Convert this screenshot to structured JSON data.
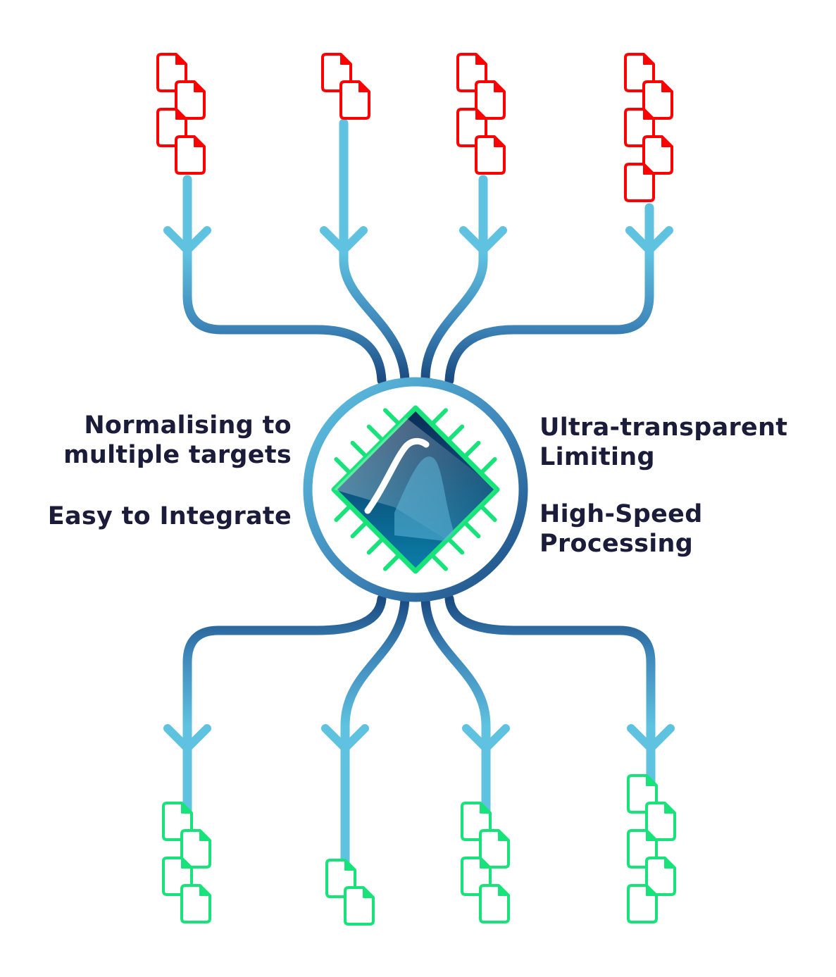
{
  "features": {
    "normalising": {
      "line1": "Normalising to",
      "line2": "multiple targets"
    },
    "integrate": {
      "line1": "Easy to Integrate"
    },
    "limiting": {
      "line1": "Ultra-transparent",
      "line2": "Limiting"
    },
    "speed": {
      "line1": "High-Speed",
      "line2": "Processing"
    }
  },
  "inputs": [
    {
      "file_count": 4
    },
    {
      "file_count": 2
    },
    {
      "file_count": 4
    },
    {
      "file_count": 5
    }
  ],
  "outputs": [
    {
      "file_count": 4
    },
    {
      "file_count": 2
    },
    {
      "file_count": 4
    },
    {
      "file_count": 5
    }
  ],
  "colors": {
    "input_file": "#ff0000",
    "output_file": "#17e37a",
    "pipe_light": "#5fc2e0",
    "pipe_dark": "#1a4a80",
    "ring_light": "#5fc2e0",
    "ring_dark": "#1a4a80",
    "chip_border": "#17e37a",
    "chip_fill_top": "#0c2a54",
    "chip_fill_bottom": "#0a7fa9",
    "text": "#1b1b3a"
  },
  "icons": {
    "center": "processor-chip-icon",
    "file": "document-icon",
    "flow": "arrow-down-icon"
  }
}
